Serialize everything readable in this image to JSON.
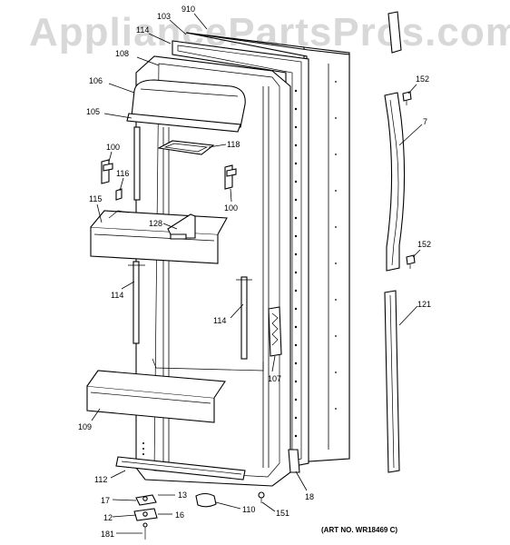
{
  "watermark": "AppliancePartsPros.com",
  "art_number": "(ART NO. WR18469 C)",
  "callouts": {
    "c910": "910",
    "c103": "103",
    "c114_top": "114",
    "c108": "108",
    "c106": "106",
    "c105": "105",
    "c100_left": "100",
    "c116": "116",
    "c118": "118",
    "c115": "115",
    "c128": "128",
    "c100_right": "100",
    "c114_left": "114",
    "c114_mid": "114",
    "c107": "107",
    "c109": "109",
    "c112": "112",
    "c17": "17",
    "c13": "13",
    "c12": "12",
    "c16": "16",
    "c181": "181",
    "c110": "110",
    "c151": "151",
    "c18": "18",
    "c152_top": "152",
    "c7": "7",
    "c152_bottom": "152",
    "c121": "121"
  }
}
